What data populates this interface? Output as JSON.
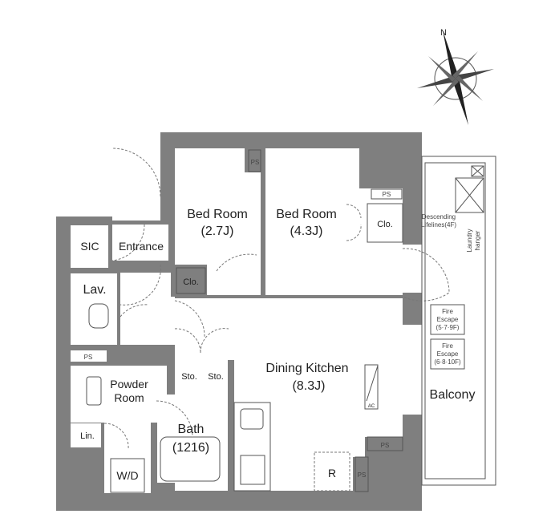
{
  "compass": {
    "north_label": "N"
  },
  "rooms": {
    "bedroom_a": {
      "name": "Bed Room",
      "size": "(2.7J)"
    },
    "bedroom_b": {
      "name": "Bed Room",
      "size": "(4.3J)"
    },
    "dining_kitchen": {
      "name": "Dining Kitchen",
      "size": "(8.3J)"
    },
    "bath": {
      "name": "Bath",
      "size": "(1216)"
    },
    "powder_room": {
      "name": "Powder",
      "name2": "Room"
    },
    "entrance": "Entrance",
    "sic": "SIC",
    "lav": "Lav.",
    "lin": "Lin.",
    "wd": "W/D",
    "clo": "Clo.",
    "sto": "Sto.",
    "ps": "PS",
    "refrigerator": "R",
    "ac": "AC",
    "balcony": "Balcony"
  },
  "balcony_notes": {
    "descending": "Descending",
    "lifelines": "Lifelines(4F)",
    "laundry": "Laundry",
    "hanger": "hanger",
    "fire_escape_1": {
      "l1": "Fire",
      "l2": "Escape",
      "l3": "(5·7·9F)"
    },
    "fire_escape_2": {
      "l1": "Fire",
      "l2": "Escape",
      "l3": "(6·8·10F)"
    }
  },
  "colors": {
    "wall": "#7f7f7f",
    "line": "#555555"
  }
}
